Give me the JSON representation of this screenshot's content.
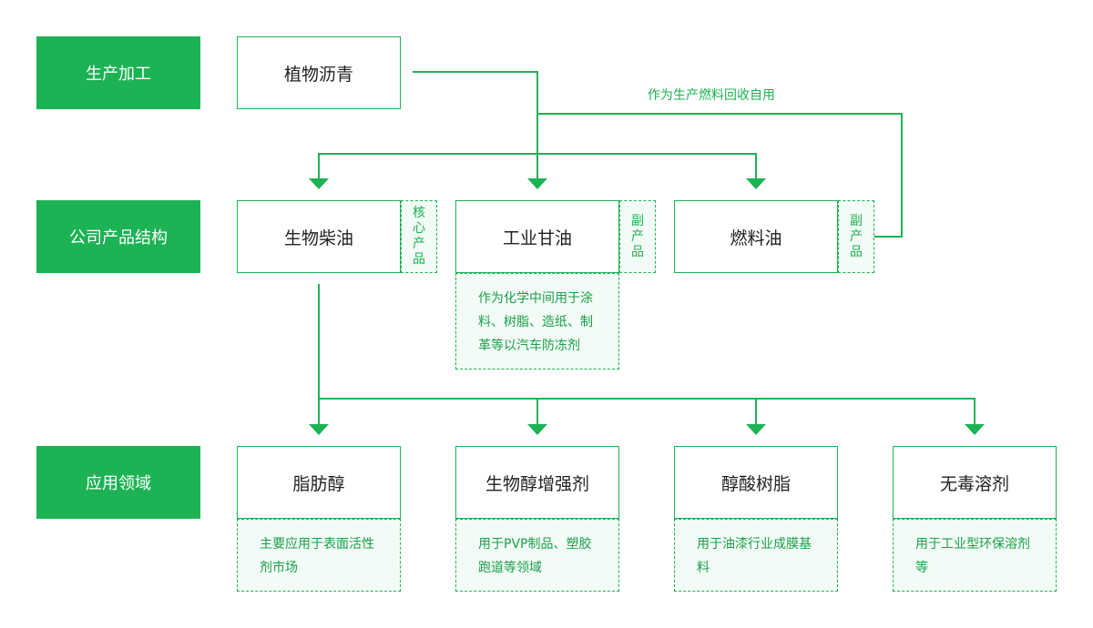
{
  "rows": {
    "production": "生产加工",
    "structure": "公司产品结构",
    "application": "应用领域"
  },
  "production": {
    "asphalt": "植物沥青"
  },
  "recycle_label": "作为生产燃料回收自用",
  "products": {
    "biodiesel": {
      "name": "生物柴油",
      "tag": "核心产品"
    },
    "glycerin": {
      "name": "工业甘油",
      "tag": "副产品",
      "note": "作为化学中间用于涂料、树脂、造纸、制革等以汽车防冻剂"
    },
    "fuel_oil": {
      "name": "燃料油",
      "tag": "副产品"
    }
  },
  "applications": [
    {
      "name": "脂肪醇",
      "note": "主要应用于表面活性剂市场"
    },
    {
      "name": "生物醇增强剂",
      "note": "用于PVP制品、塑胶跑道等领域"
    },
    {
      "name": "醇酸树脂",
      "note": "用于油漆行业成膜基料"
    },
    {
      "name": "无毒溶剂",
      "note": "用于工业型环保溶剂等"
    }
  ],
  "colors": {
    "accent": "#1db254",
    "note_bg": "#f2fbf5"
  }
}
